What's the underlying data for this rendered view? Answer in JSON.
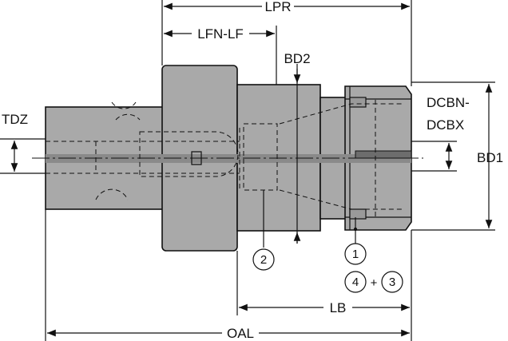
{
  "labels": {
    "lpr": "LPR",
    "lfn_lf": "LFN-LF",
    "bd2": "BD2",
    "dcbn": "DCBN-",
    "dcbx": "DCBX",
    "bd1": "BD1",
    "tdz": "TDZ",
    "lb": "LB",
    "oal": "OAL"
  },
  "callouts": {
    "c2": "2",
    "c1": "1",
    "c4": "4",
    "plus": "+",
    "c3": "3"
  },
  "colors": {
    "body_fill": "#a9a9a9",
    "bore_fill": "#8f8f8f",
    "line": "#111111"
  }
}
